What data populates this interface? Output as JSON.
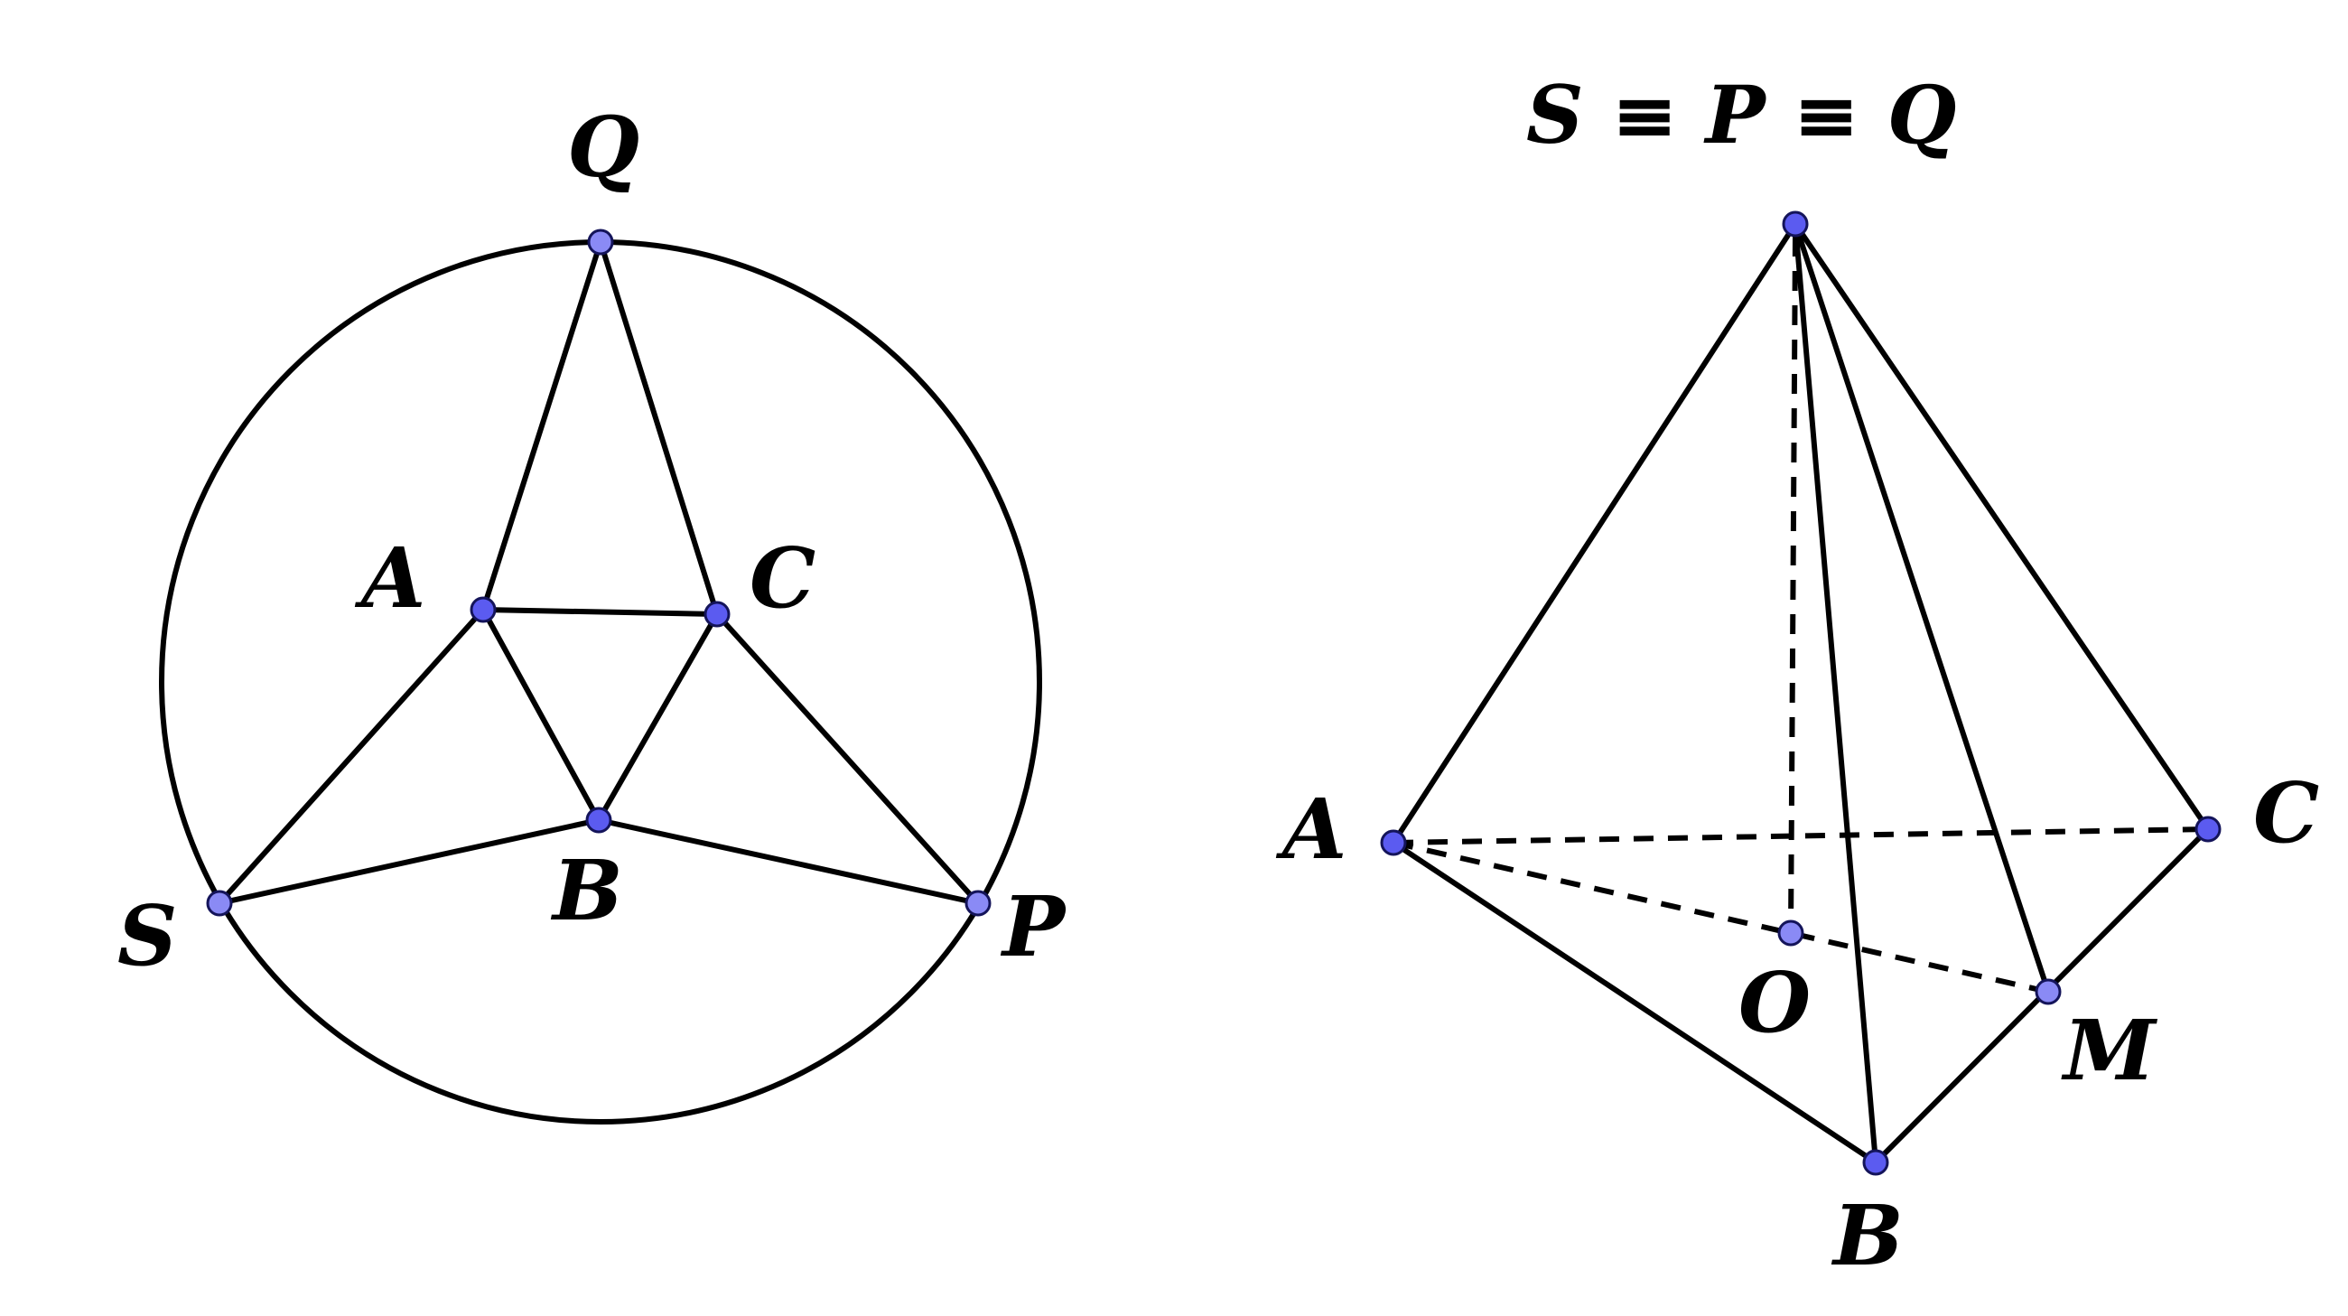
{
  "colors": {
    "stroke": "#000000",
    "point_fill": "#5b5bf0",
    "point_fill_light": "#8a8af5",
    "background": "#ffffff"
  },
  "net_figure": {
    "labels": {
      "Q": "Q",
      "A": "A",
      "C": "C",
      "B": "B",
      "S": "S",
      "P": "P"
    }
  },
  "pyramid_figure": {
    "apex_label": "S ≡ P ≡ Q",
    "labels": {
      "A": "A",
      "B": "B",
      "C": "C",
      "O": "O",
      "M": "M"
    }
  }
}
